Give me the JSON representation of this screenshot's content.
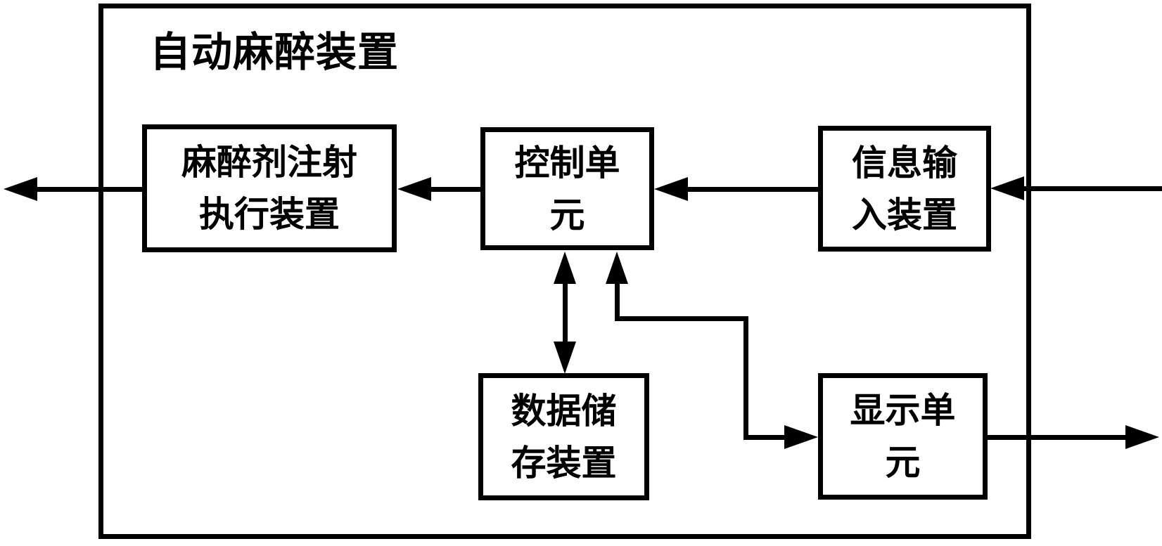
{
  "diagram": {
    "title": "自动麻醉装置",
    "background_color": "#ffffff",
    "line_color": "#000000",
    "blocks": [
      {
        "id": "anesthetic-injection-executor",
        "label": "麻醉剂注射执行装置",
        "lines": [
          "麻醉剂注射",
          "执行装置"
        ]
      },
      {
        "id": "control-unit",
        "label": "控制单元",
        "lines": [
          "控制单",
          "元"
        ]
      },
      {
        "id": "information-input-device",
        "label": "信息输入装置",
        "lines": [
          "信息输",
          "入装置"
        ]
      },
      {
        "id": "data-storage-device",
        "label": "数据储存装置",
        "lines": [
          "数据储",
          "存装置"
        ]
      },
      {
        "id": "display-unit",
        "label": "显示单元",
        "lines": [
          "显示单",
          "元"
        ]
      }
    ],
    "connections": [
      {
        "from": "anesthetic-injection-executor",
        "to": "external-left",
        "style": "arrow-out-of-frame"
      },
      {
        "from": "control-unit",
        "to": "anesthetic-injection-executor",
        "style": "one-way"
      },
      {
        "from": "information-input-device",
        "to": "control-unit",
        "style": "one-way"
      },
      {
        "from": "external-right",
        "to": "information-input-device",
        "style": "arrow-into-frame"
      },
      {
        "from": "control-unit",
        "to": "data-storage-device",
        "style": "two-way-vertical"
      },
      {
        "from": "control-unit",
        "to": "display-unit",
        "style": "two-way-elbow"
      },
      {
        "from": "display-unit",
        "to": "external-right",
        "style": "arrow-out-of-frame"
      }
    ]
  }
}
